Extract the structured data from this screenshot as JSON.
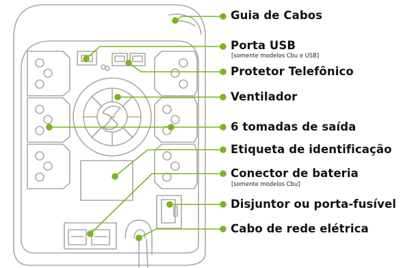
{
  "labels": {
    "cable_guide": "Guia de Cabos",
    "usb_port": "Porta USB",
    "usb_note": "[somente modelos Cbu e USB]",
    "phone_protector": "Protetor Telefônico",
    "fan": "Ventilador",
    "outlets": "6 tomadas de saída",
    "id_label": "Etiqueta de identificação",
    "battery_connector": "Conector de bateria",
    "battery_note": "[somente modelos Cbu]",
    "breaker": "Disjuntor ou porta-fusível",
    "power_cord": "Cabo de rede elétrica"
  },
  "colors": {
    "accent": "#7ab51d",
    "outline": "#a8a8a8",
    "text": "#111111"
  }
}
